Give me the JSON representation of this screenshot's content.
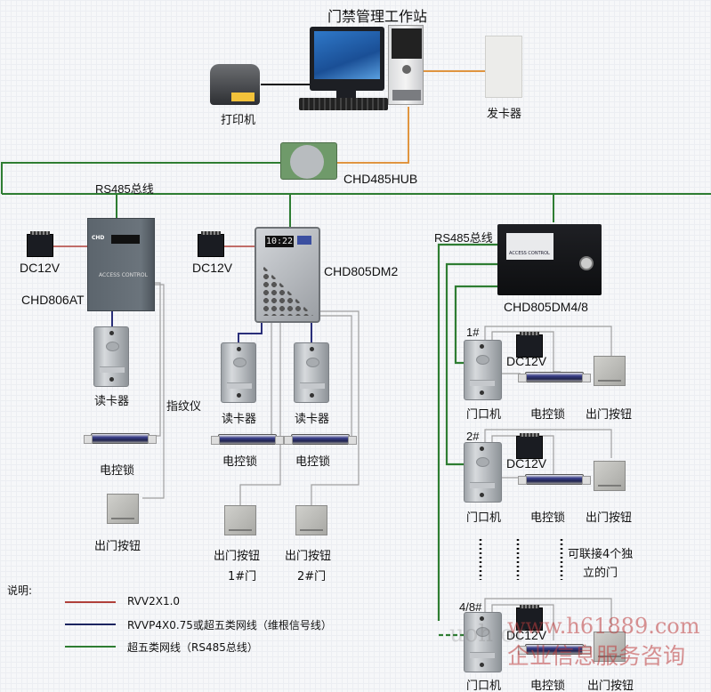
{
  "title": "门禁管理工作站",
  "workstation": {
    "printer_label": "打印机",
    "card_issuer_label": "发卡器",
    "hub_label": "CHD485HUB",
    "bus_label": "RS485总线"
  },
  "controller_806at": {
    "model": "CHD806AT",
    "power_label": "DC12V",
    "panel_text": "ACCESS CONTROL",
    "reader_label": "读卡器",
    "fingerprint_label": "指纹仪",
    "lock_label": "电控锁",
    "exit_button_label": "出门按钮"
  },
  "controller_805dm2": {
    "model": "CHD805DM2",
    "power_label": "DC12V",
    "display_time": "10:22",
    "doors": [
      {
        "reader_label": "读卡器",
        "lock_label": "电控锁",
        "exit_button_label": "出门按钮",
        "door_label": "1#门"
      },
      {
        "reader_label": "读卡器",
        "lock_label": "电控锁",
        "exit_button_label": "出门按钮",
        "door_label": "2#门"
      }
    ]
  },
  "controller_805dm48": {
    "model": "CHD805DM4/8",
    "bus_label": "RS485总线",
    "panel_text": "ACCESS CONTROL",
    "doors": [
      {
        "number": "1#",
        "unit_label": "门口机",
        "power_label": "DC12V",
        "lock_label": "电控锁",
        "exit_button_label": "出门按钮"
      },
      {
        "number": "2#",
        "unit_label": "门口机",
        "power_label": "DC12V",
        "lock_label": "电控锁",
        "exit_button_label": "出门按钮"
      },
      {
        "number": "4/8#",
        "unit_label": "门口机",
        "power_label": "DC12V",
        "lock_label": "电控锁",
        "exit_button_label": "出门按钮"
      }
    ],
    "note_line1": "可联接4个独",
    "note_line2": "立的门"
  },
  "legend": {
    "title": "说明:",
    "items": [
      {
        "label": "RVV2X1.0",
        "color": "#b0403a"
      },
      {
        "label": "RVVP4X0.75或超五类网线（维根信号线）",
        "color": "#1c2560"
      },
      {
        "label": "超五类网线（RS485总线）",
        "color": "#2e7d32"
      }
    ]
  },
  "colors": {
    "rs485": "#2e7d32",
    "power": "#b0403a",
    "signal": "#2a2f7a",
    "ethernet": "#e09540",
    "gray_wire": "#a0a0a0"
  },
  "watermark": {
    "url": "www.h61889.com",
    "text": "企业信息服务咨询",
    "faint": "uoh    or"
  }
}
